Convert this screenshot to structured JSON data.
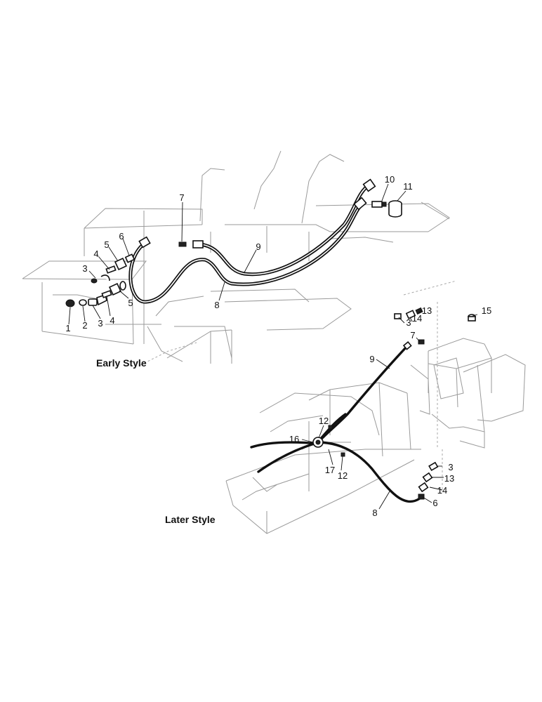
{
  "captions": {
    "early": "Early Style",
    "later": "Later Style"
  },
  "callouts": {
    "early": [
      "1",
      "2",
      "3",
      "3",
      "4",
      "4",
      "5",
      "5",
      "6",
      "7",
      "8",
      "9",
      "10",
      "11"
    ],
    "later": [
      "3",
      "3",
      "6",
      "7",
      "8",
      "9",
      "12",
      "12",
      "13",
      "13",
      "14",
      "14",
      "15",
      "16",
      "17"
    ]
  },
  "colors": {
    "line": "#111111",
    "frame": "#9a9a9a",
    "background": "#ffffff"
  }
}
